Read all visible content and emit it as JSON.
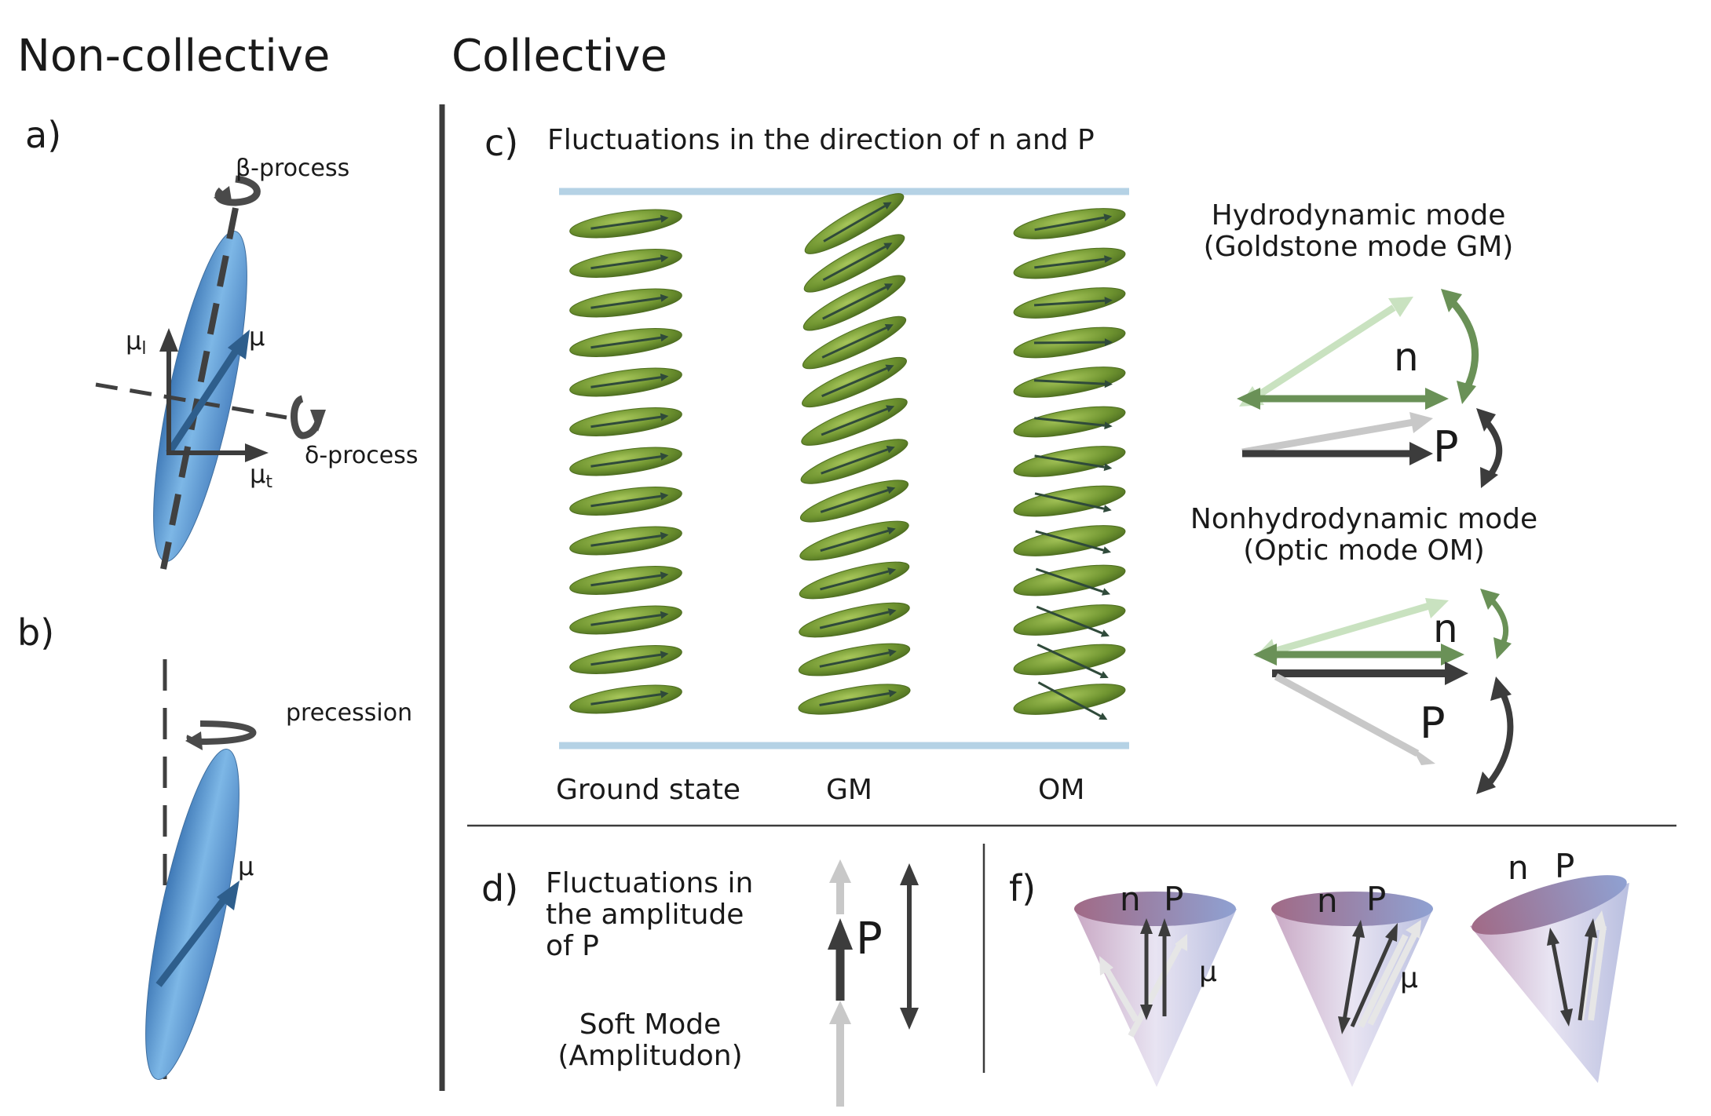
{
  "headings": {
    "non_collective": "Non-collective",
    "collective": "Collective"
  },
  "panel_a": {
    "label": "a)",
    "beta_process": "β-process",
    "delta_process": "δ-process",
    "mu": "μ",
    "mu_l": "μ",
    "mu_l_sub": "l",
    "mu_t": "μ",
    "mu_t_sub": "t"
  },
  "panel_b": {
    "label": "b)",
    "precession": "precession",
    "mu": "μ"
  },
  "panel_c": {
    "label": "c)",
    "title": "Fluctuations in the direction of n and P",
    "columns": [
      {
        "label": "Ground state"
      },
      {
        "label": "GM"
      },
      {
        "label": "OM"
      }
    ],
    "hydro_title_1": "Hydrodynamic mode",
    "hydro_title_2": "(Goldstone mode GM)",
    "nonhydro_title_1": "Nonhydrodynamic mode",
    "nonhydro_title_2": "(Optic mode OM)",
    "n_label": "n",
    "p_label": "P"
  },
  "panel_d": {
    "label": "d)",
    "text_1": "Fluctuations in",
    "text_2": "the amplitude",
    "text_3": "of P",
    "p_label": "P",
    "soft_1": "Soft Mode",
    "soft_2": "(Amplitudon)"
  },
  "panel_f": {
    "label": "f)",
    "n_label": "n",
    "p_label": "P",
    "mu_label": "μ"
  },
  "colors": {
    "dark_arrow": "#3c3c3c",
    "light_arrow": "#c8c8c8",
    "green_arrow": "#6a9157",
    "pale_green_arrow": "#c9e2c0",
    "plate": "#b5d2e5",
    "molecule": "#6f9430",
    "molecule_ellipsoid": "#5e95c9"
  }
}
